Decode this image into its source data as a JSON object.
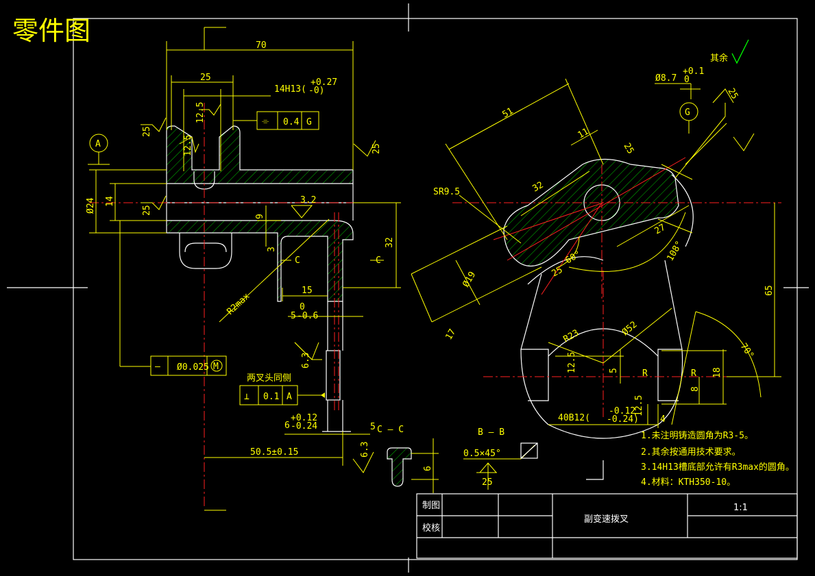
{
  "title": "零件图",
  "dimensions": {
    "d70": "70",
    "d25_top": "25",
    "d14h13": "14H13(",
    "d14h13_tol_up": "+0.27",
    "d14h13_tol_dn": "-0)",
    "rough12_5_a": "12.5",
    "rough12_5_b": "12.5",
    "rough25_left": "25",
    "rough25_right": "25",
    "rough25_mid": "25",
    "phi24": "Ø24",
    "d14": "14",
    "d9": "9",
    "d3": "3",
    "rough3_2": "3.2",
    "d32": "32",
    "d15": "15",
    "d5_tol_main": "5",
    "d5_tol_up": "0",
    "d5_tol_dn": "-0.6",
    "rough6_3_a": "6.3",
    "d6_main": "6",
    "d6_tol_up": "+0.12",
    "d6_tol_dn": "-0.24",
    "d5_small": "5",
    "d50_5": "50.5±0.15",
    "rough6_3_b": "6.3",
    "r2max": "R2max",
    "d51": "51",
    "d11": "11",
    "phi8_7": "Ø8.7",
    "phi8_7_up": "+0.1",
    "phi8_7_dn": "0",
    "rough25_g": "25",
    "rough25_top_r": "25",
    "sr9_5": "SR9.5",
    "d32_rot": "32",
    "d27": "27",
    "ang108": "108°",
    "phi19": "Ø19",
    "ang60": "60°",
    "d25_rot": "25",
    "d17": "17",
    "d65": "65",
    "r23": "R23",
    "phi52": "Ø52",
    "ang70": "70°",
    "rough12_5_c": "12.5",
    "d5_c": "5",
    "r_left": "R",
    "r_right": "R",
    "d8": "8",
    "d18": "18",
    "rough12_5_d": "12.5",
    "d4": "4",
    "d40b12": "40B12(",
    "d40b12_up": "-0.12",
    "d40b12_dn": "-0.24)",
    "d6_b": "6",
    "chamfer": "0.5×45°",
    "rough25_b": "25",
    "qiyu": "其余"
  },
  "datums": {
    "a": "A",
    "g": "G"
  },
  "tolerance_frames": {
    "sym": {
      "value": "0.4",
      "datum": "G"
    },
    "pos": {
      "value": "Ø0.025",
      "mod": "M"
    },
    "perp": {
      "value": "0.1",
      "datum": "A"
    }
  },
  "labels": {
    "section_c_left": "C",
    "section_c_right": "C",
    "section_cc": "C — C",
    "section_bb": "B — B",
    "liangcha": "两叉头同侧",
    "five_c": "5"
  },
  "notes": [
    "1.未注明铸造圆角为R3-5。",
    "2.其余按通用技术要求。",
    "3.14H13槽底部允许有R3max的圆角。",
    "4.材料：KTH350-10。"
  ],
  "title_block": {
    "zhitu": "制图",
    "jiaohe": "校核",
    "part_name": "副变速拨叉",
    "scale": "1:1"
  },
  "colors": {
    "background": "#000000",
    "outline": "#ffffff",
    "dimension": "#ffff00",
    "centerline": "#ff2020",
    "hatch": "#00c000",
    "check": "#00ff00"
  }
}
